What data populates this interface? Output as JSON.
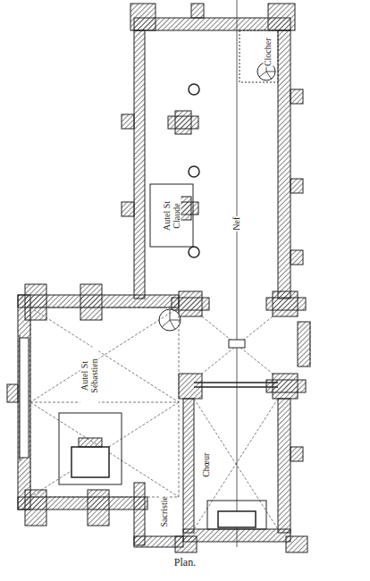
{
  "diagram": {
    "caption": "Plan.",
    "labels": [
      "Clocher",
      "Autel St Claude",
      "Nef",
      "Autel St Sébastien",
      "Sacristie",
      "Chœur"
    ]
  }
}
